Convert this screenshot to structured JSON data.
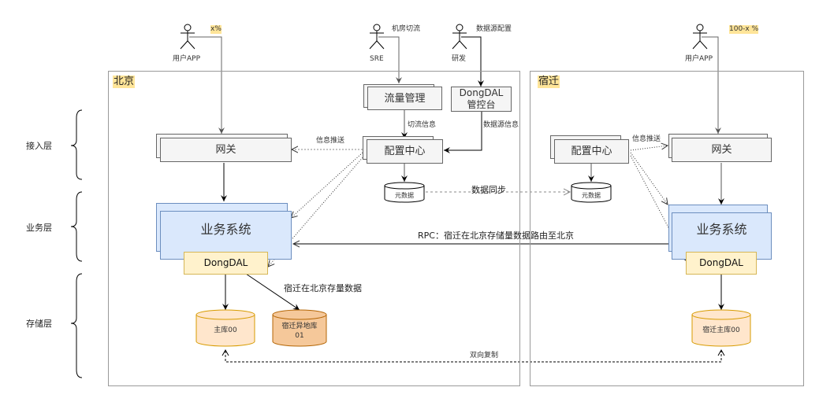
{
  "layers": [
    {
      "label": "接入层"
    },
    {
      "label": "业务层"
    },
    {
      "label": "存储层"
    }
  ],
  "regions": {
    "beijing": {
      "title": "北京"
    },
    "suqian": {
      "title": "宿迁"
    }
  },
  "actors": {
    "user_bj": {
      "label": "用户APP",
      "traffic": "x%"
    },
    "sre": {
      "label": "SRE",
      "action": "机房切流"
    },
    "dev": {
      "label": "研发",
      "action": "数据源配置"
    },
    "user_sq": {
      "label": "用户APP",
      "traffic": "100-x %"
    }
  },
  "beijing": {
    "traffic_mgmt": "流量管理",
    "dongdal_console": "DongDAL\n管控台",
    "gateway": "网关",
    "config_center": "配置中心",
    "metadata": "元数据",
    "business": "业务系统",
    "dongdal": "DongDAL",
    "master_db": "主库00",
    "remote_db": "宿迁异地库\n01",
    "labels": {
      "switch_info": "切流信息",
      "datasource_info": "数据源信息",
      "info_push": "信息推送",
      "stock_data": "宿迁在北京存量数据"
    }
  },
  "suqian": {
    "config_center": "配置中心",
    "gateway": "网关",
    "metadata": "元数据",
    "business": "业务系统",
    "dongdal": "DongDAL",
    "master_db": "宿迁主库00",
    "labels": {
      "info_push": "信息推送"
    }
  },
  "connections": {
    "data_sync": "数据同步",
    "rpc": "RPC：宿迁在北京存储量数据路由至北京",
    "bidirectional_replication": "双向复制"
  },
  "colors": {
    "business_fill": "#dae8fc",
    "business_stroke": "#6c8ebf",
    "dal_fill": "#fff2cc",
    "dal_stroke": "#d6b656",
    "db_fill": "#ffe6cc",
    "db_stroke": "#d79b00",
    "remote_db_fill": "#f5c89a",
    "highlight": "#ffe599"
  }
}
